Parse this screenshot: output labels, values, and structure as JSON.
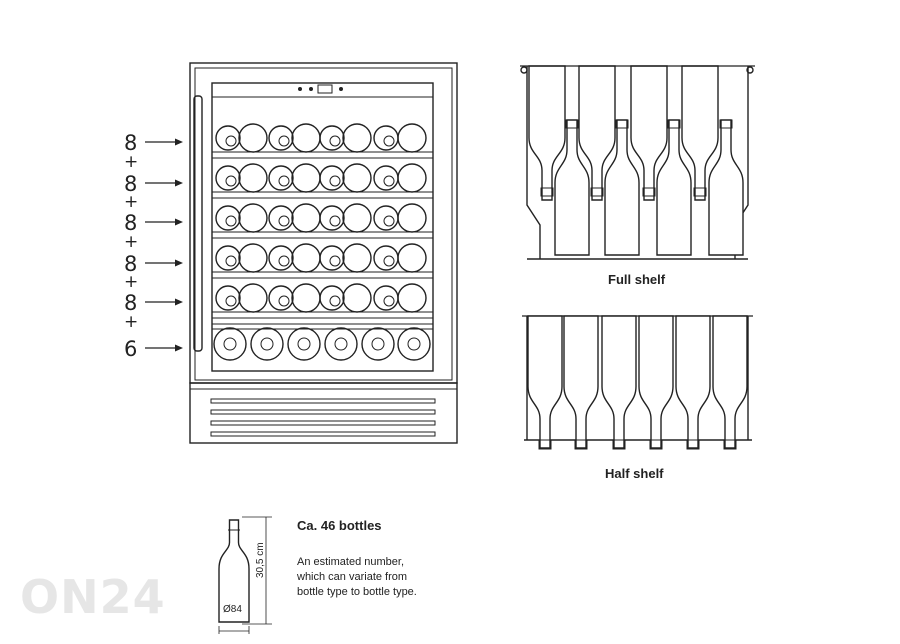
{
  "capacity_labels": [
    "8",
    "+",
    "8",
    "+",
    "8",
    "+",
    "8",
    "+",
    "8",
    "+",
    "6"
  ],
  "full_shelf_label": "Full shelf",
  "half_shelf_label": "Half shelf",
  "info": {
    "title": "Ca. 46 bottles",
    "lines": [
      "An estimated number,",
      "which can variate from",
      "bottle type to bottle type."
    ]
  },
  "bottle_dims": {
    "height": "30,5 cm",
    "diameter": "Ø84"
  },
  "watermark": "ON24",
  "icons": {
    "arrow": "arrow-right-icon",
    "bottle": "wine-bottle-icon"
  },
  "colors": {
    "line": "#222222",
    "watermark": "#e6e6e6"
  }
}
